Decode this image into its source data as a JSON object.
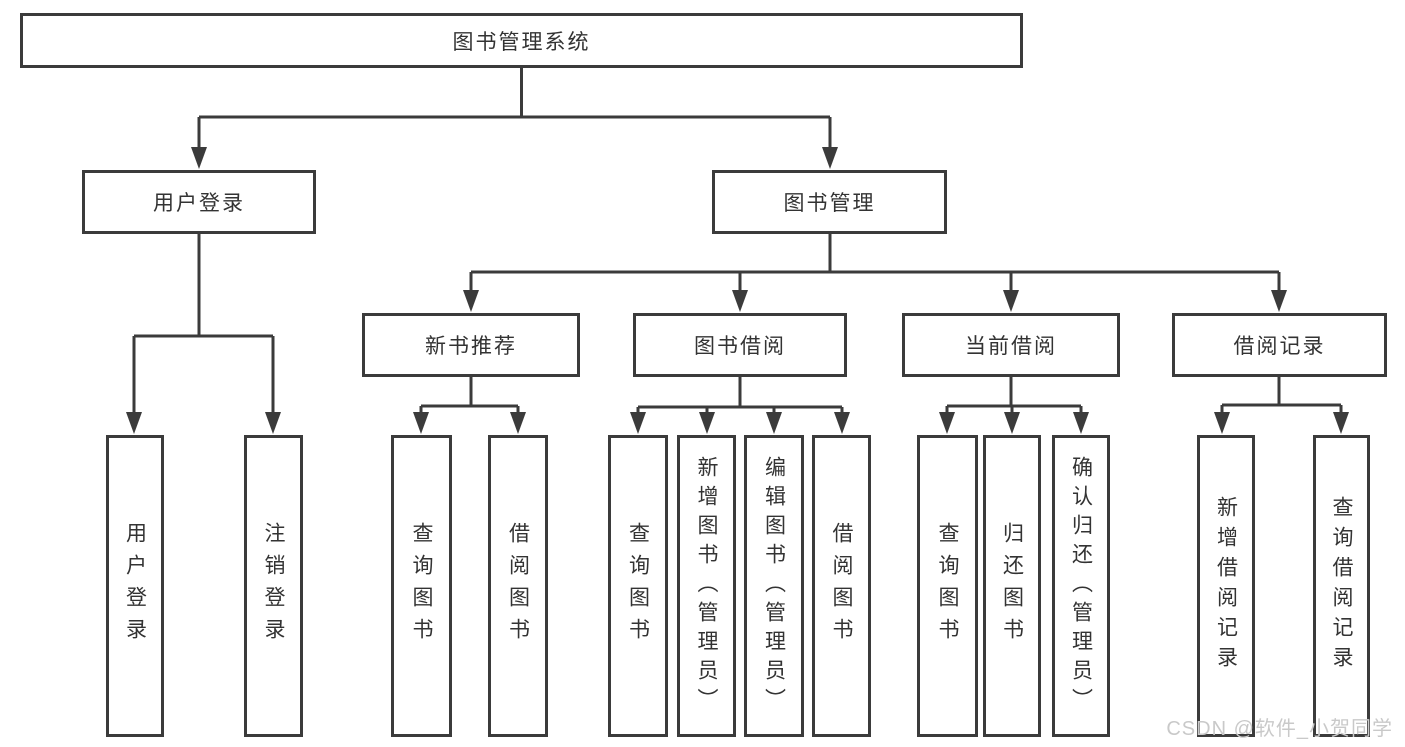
{
  "colors": {
    "line": "#3b3b3b",
    "text": "#333333",
    "watermark": "#c9c9c9",
    "bg": "#ffffff"
  },
  "watermark": {
    "text": "CSDN @软件_小贺同学"
  },
  "tree": {
    "root": {
      "label": "图书管理系统",
      "children": [
        {
          "label": "用户登录",
          "children": [
            {
              "label": "用户登录"
            },
            {
              "label": "注销登录"
            }
          ]
        },
        {
          "label": "图书管理",
          "children": [
            {
              "label": "新书推荐",
              "children": [
                {
                  "label": "查询图书"
                },
                {
                  "label": "借阅图书"
                }
              ]
            },
            {
              "label": "图书借阅",
              "children": [
                {
                  "label": "查询图书"
                },
                {
                  "label": "新增图书（管理员）"
                },
                {
                  "label": "编辑图书（管理员）"
                },
                {
                  "label": "借阅图书"
                }
              ]
            },
            {
              "label": "当前借阅",
              "children": [
                {
                  "label": "查询图书"
                },
                {
                  "label": "归还图书"
                },
                {
                  "label": "确认归还（管理员）"
                }
              ]
            },
            {
              "label": "借阅记录",
              "children": [
                {
                  "label": "新增借阅记录"
                },
                {
                  "label": "查询借阅记录"
                }
              ]
            }
          ]
        }
      ]
    }
  }
}
